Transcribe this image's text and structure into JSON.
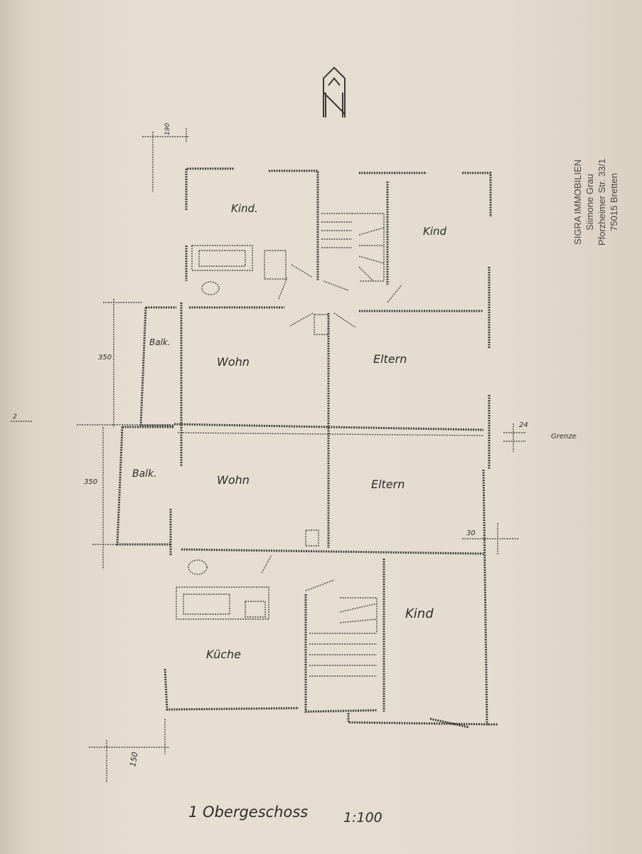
{
  "title": "1 Obergeschoss",
  "scale": "1:100",
  "stamp": {
    "company": "SIGRA IMMOBILIEN",
    "name": "Siimone Grau",
    "street": "Pforzheimer Str. 33/1",
    "city": "75015 Bretten"
  },
  "rooms": {
    "kind_top_left": "Kind.",
    "kind_top_right": "Kind",
    "wohn_upper": "Wohn",
    "eltern_upper": "Eltern",
    "balk_upper": "Balk.",
    "balk_lower": "Balk.",
    "wohn_lower": "Wohn",
    "eltern_lower": "Eltern",
    "kind_lower": "Kind",
    "kueche": "Küche"
  },
  "dimensions": {
    "top": "190",
    "left_upper": "350",
    "left_lower": "350",
    "bottom": "150",
    "right_upper": "24",
    "right_lower": "30",
    "left_mark": "2"
  },
  "boundary_label": "Grenze",
  "icons": [
    "north-arrow-icon"
  ]
}
